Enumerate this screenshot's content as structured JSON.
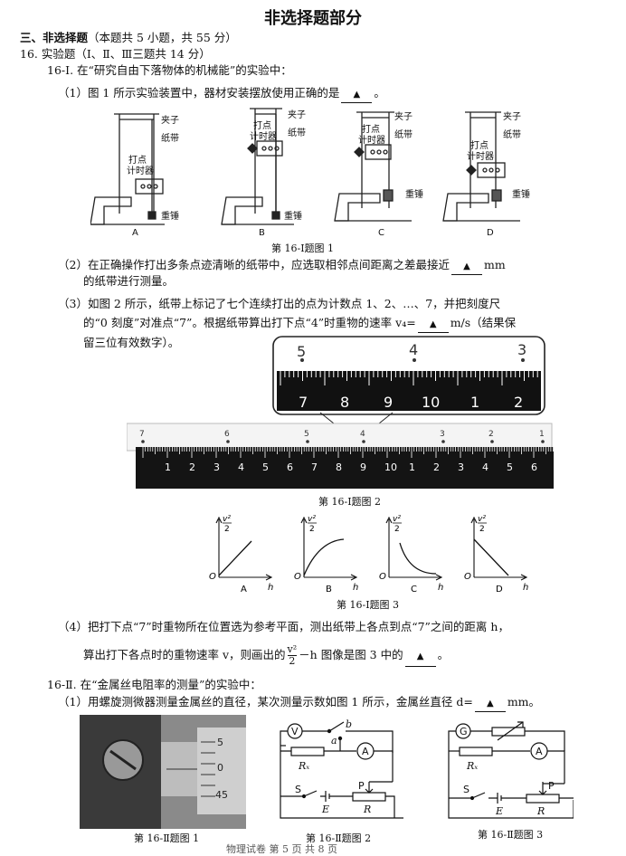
{
  "page_title": "非选择题部分",
  "section": {
    "label": "三、非选择题",
    "note": "（本题共 5 小题，共 55 分）"
  },
  "q16": {
    "head": "16.  实验题（Ⅰ、Ⅱ、Ⅲ三题共 14 分）"
  },
  "q16_1": {
    "intro": "16-Ⅰ. 在“研究自由下落物体的机械能”的实验中：",
    "p1_pre": "（1）图 1 所示实验装置中，器材安装摆放使用正确的是",
    "p1_post": "。",
    "fig1": {
      "labels": {
        "clip": "夹子",
        "tape": "纸带",
        "timer1": "打点",
        "timer2": "计时器",
        "weight": "重锤"
      },
      "letters": [
        "A",
        "B",
        "C",
        "D"
      ],
      "caption": "第 16-Ⅰ题图 1"
    },
    "p2_pre": "（2）在正确操作打出多条点迹清晰的纸带中，应选取相邻点间距离之差最接近",
    "p2_unit": "mm",
    "p2_line2": "的纸带进行测量。",
    "p3_line1": "（3）如图 2 所示，纸带上标记了七个连续打出的点为计数点 1、2、…、7，并把刻度尺",
    "p3_line2_pre": "的“0 刻度”对准点“7”。根据纸带算出打下点“4”时重物的速率 v₄=",
    "p3_line2_post": "m/s（结果保",
    "p3_line3": "留三位有效数字）。",
    "fig2": {
      "zoom_top": [
        "5",
        "4",
        "3"
      ],
      "zoom_scale": [
        "7",
        "8",
        "9",
        "10",
        "1",
        "2"
      ],
      "tape_points": [
        "7",
        "6",
        "5",
        "4",
        "3",
        "2",
        "1"
      ],
      "ruler": [
        "1",
        "2",
        "3",
        "4",
        "5",
        "6",
        "7",
        "8",
        "9",
        "10",
        "1",
        "2",
        "3",
        "4",
        "5",
        "6"
      ],
      "caption": "第 16-Ⅰ题图 2"
    },
    "fig3": {
      "ylabel_num": "v²",
      "ylabel_den": "2",
      "xlabel": "h",
      "origin": "O",
      "letters": [
        "A",
        "B",
        "C",
        "D"
      ],
      "caption": "第 16-Ⅰ题图 3"
    },
    "p4_line1": "（4）把打下点“7”时重物所在位置选为参考平面，测出纸带上各点到点“7”之间的距离 h，",
    "p4_line2_pre": "算出打下各点时的重物速率 v，则画出的",
    "p4_frac_num": "v²",
    "p4_frac_den": "2",
    "p4_line2_mid": "－h 图像是图 3 中的",
    "p4_line2_post": "。"
  },
  "q16_2": {
    "intro": "16-Ⅱ. 在“金属丝电阻率的测量”的实验中：",
    "p1_pre": "（1）用螺旋测微器测量金属丝的直径，某次测量示数如图 1 所示，金属丝直径 d=",
    "p1_unit": "mm。",
    "blank_mark": "▲",
    "fig1": {
      "scale": [
        "5",
        "0",
        "45"
      ],
      "caption": "第 16-Ⅱ题图 1"
    },
    "fig2": {
      "V": "V",
      "A": "A",
      "Rx": "Rₓ",
      "a": "a",
      "b": "b",
      "S": "S",
      "E": "E",
      "P": "P",
      "R": "R",
      "caption": "第 16-Ⅱ题图 2"
    },
    "fig3": {
      "G": "G",
      "A": "A",
      "Rx": "Rₓ",
      "S": "S",
      "E": "E",
      "P": "P",
      "R": "R",
      "caption": "第 16-Ⅱ题图 3"
    },
    "footer": "物理试卷  第 5 页  共 8 页"
  }
}
